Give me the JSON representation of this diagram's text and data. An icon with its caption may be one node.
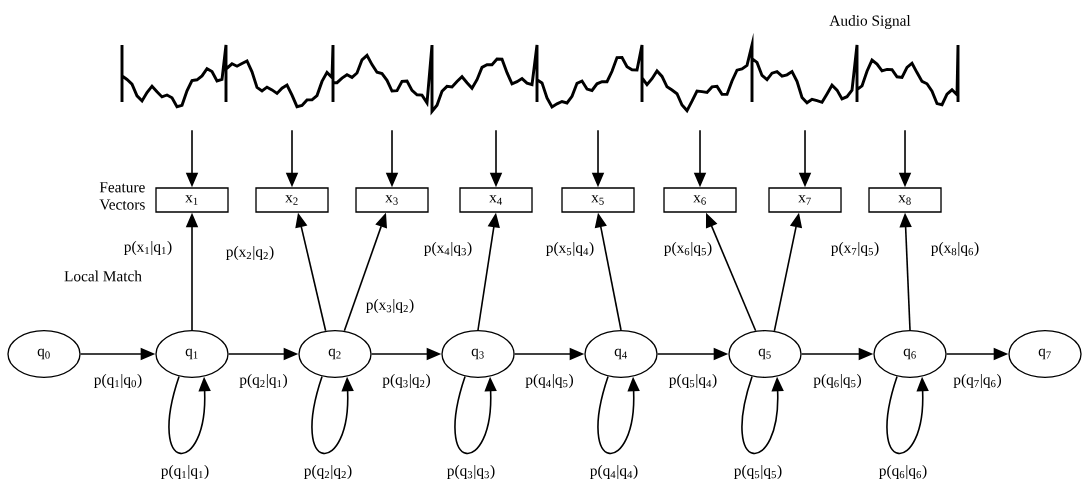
{
  "diagram": {
    "nodes": [
      {
        "text": [],
        "shape": "picture",
        "beside": [
          "Audio Signal"
        ]
      },
      {
        "text": [
          "x$_{1}$"
        ]
      },
      {
        "text": [
          "x$_{2}$"
        ]
      },
      {
        "text": [
          "x$_{3}$"
        ]
      },
      {
        "text": [
          "x$_{4}$"
        ]
      },
      {
        "text": [
          "x$_{5}$"
        ]
      },
      {
        "text": [
          "x$_{6}$"
        ]
      },
      {
        "text": [
          "x$_{7}$"
        ]
      },
      {
        "text": [
          "x$_{8}$"
        ]
      },
      {
        "text": [
          "q$_{0}$"
        ]
      },
      {
        "text": [
          "q$_{1}$"
        ]
      },
      {
        "text": [
          "q$_{2}$"
        ]
      },
      {
        "text": [
          "q$_{3}$"
        ]
      },
      {
        "text": [
          "q$_{4}$"
        ]
      },
      {
        "text": [
          "q$_{5}$"
        ]
      },
      {
        "text": [
          "q$_{6}$"
        ]
      },
      {
        "text": [
          "q$_{7}$"
        ]
      }
    ],
    "edges": [
      {
        "from": 0,
        "to": 1,
        "arrow": "to"
      },
      {
        "from": 0,
        "to": 2,
        "arrow": "to"
      },
      {
        "from": 0,
        "to": 3,
        "arrow": "to"
      },
      {
        "from": 0,
        "to": 4,
        "arrow": "to"
      },
      {
        "from": 0,
        "to": 5,
        "arrow": "to"
      },
      {
        "from": 0,
        "to": 6,
        "arrow": "to"
      },
      {
        "from": 0,
        "to": 7,
        "arrow": "to"
      },
      {
        "from": 0,
        "to": 8,
        "arrow": "to"
      },
      {
        "from": 10,
        "to": 1,
        "arrow": "to",
        "label": "p(x$_{1}$|q$_{1}$)"
      },
      {
        "from": 11,
        "to": 2,
        "arrow": "to",
        "label": "p(x$_{2}$|q$_{2}$)"
      },
      {
        "from": 11,
        "to": 3,
        "arrow": "to",
        "label": "p(x$_{3}$|q$_{2}$)"
      },
      {
        "from": 12,
        "to": 4,
        "arrow": "to",
        "label": "p(x$_{4}$|q$_{3}$)"
      },
      {
        "from": 13,
        "to": 5,
        "arrow": "to",
        "label": "p(x$_{5}$|q$_{4}$)"
      },
      {
        "from": 14,
        "to": 6,
        "arrow": "to",
        "label": "p(x$_{6}$|q$_{5}$)"
      },
      {
        "from": 14,
        "to": 7,
        "arrow": "to",
        "label": "p(x$_{7}$|q$_{5}$)"
      },
      {
        "from": 15,
        "to": 8,
        "arrow": "to",
        "label": "p(x$_{8}$|q$_{6}$)"
      },
      {
        "from": 9,
        "to": 10,
        "arrow": "to",
        "label": "p(q$_{1}$|q$_{0}$)"
      },
      {
        "from": 10,
        "to": 11,
        "arrow": "to",
        "label": "p(q$_{2}$|q$_{1}$)"
      },
      {
        "from": 11,
        "to": 12,
        "arrow": "to",
        "label": "p(q$_{3}$|q$_{2}$)"
      },
      {
        "from": 12,
        "to": 13,
        "arrow": "to",
        "label": "p(q$_{4}$|q$_{5}$)"
      },
      {
        "from": 13,
        "to": 14,
        "arrow": "to",
        "label": "p(q$_{5}$|q$_{4}$)"
      },
      {
        "from": 14,
        "to": 15,
        "arrow": "to",
        "label": "p(q$_{6}$|q$_{5}$)"
      },
      {
        "from": 15,
        "to": 16,
        "arrow": "to",
        "label": "p(q$_{7}$|q$_{6}$)"
      },
      {
        "from": 10,
        "to": 10,
        "arrow": "to",
        "label": "p(q$_{1}$|q$_{1}$)"
      },
      {
        "from": 11,
        "to": 11,
        "arrow": "to",
        "label": "p(q$_{2}$|q$_{2}$)"
      },
      {
        "from": 12,
        "to": 12,
        "arrow": "to",
        "label": "p(q$_{3}$|q$_{3}$)"
      },
      {
        "from": 13,
        "to": 13,
        "arrow": "to",
        "label": "p(q$_{4}$|q$_{4}$)"
      },
      {
        "from": 14,
        "to": 14,
        "arrow": "to",
        "label": "p(q$_{5}$|q$_{5}$)"
      },
      {
        "from": 15,
        "to": 15,
        "arrow": "to",
        "label": "p(q$_{6}$|q$_{6}$)"
      }
    ],
    "labels": [
      "Feature Vectors",
      "Local Match"
    ]
  }
}
